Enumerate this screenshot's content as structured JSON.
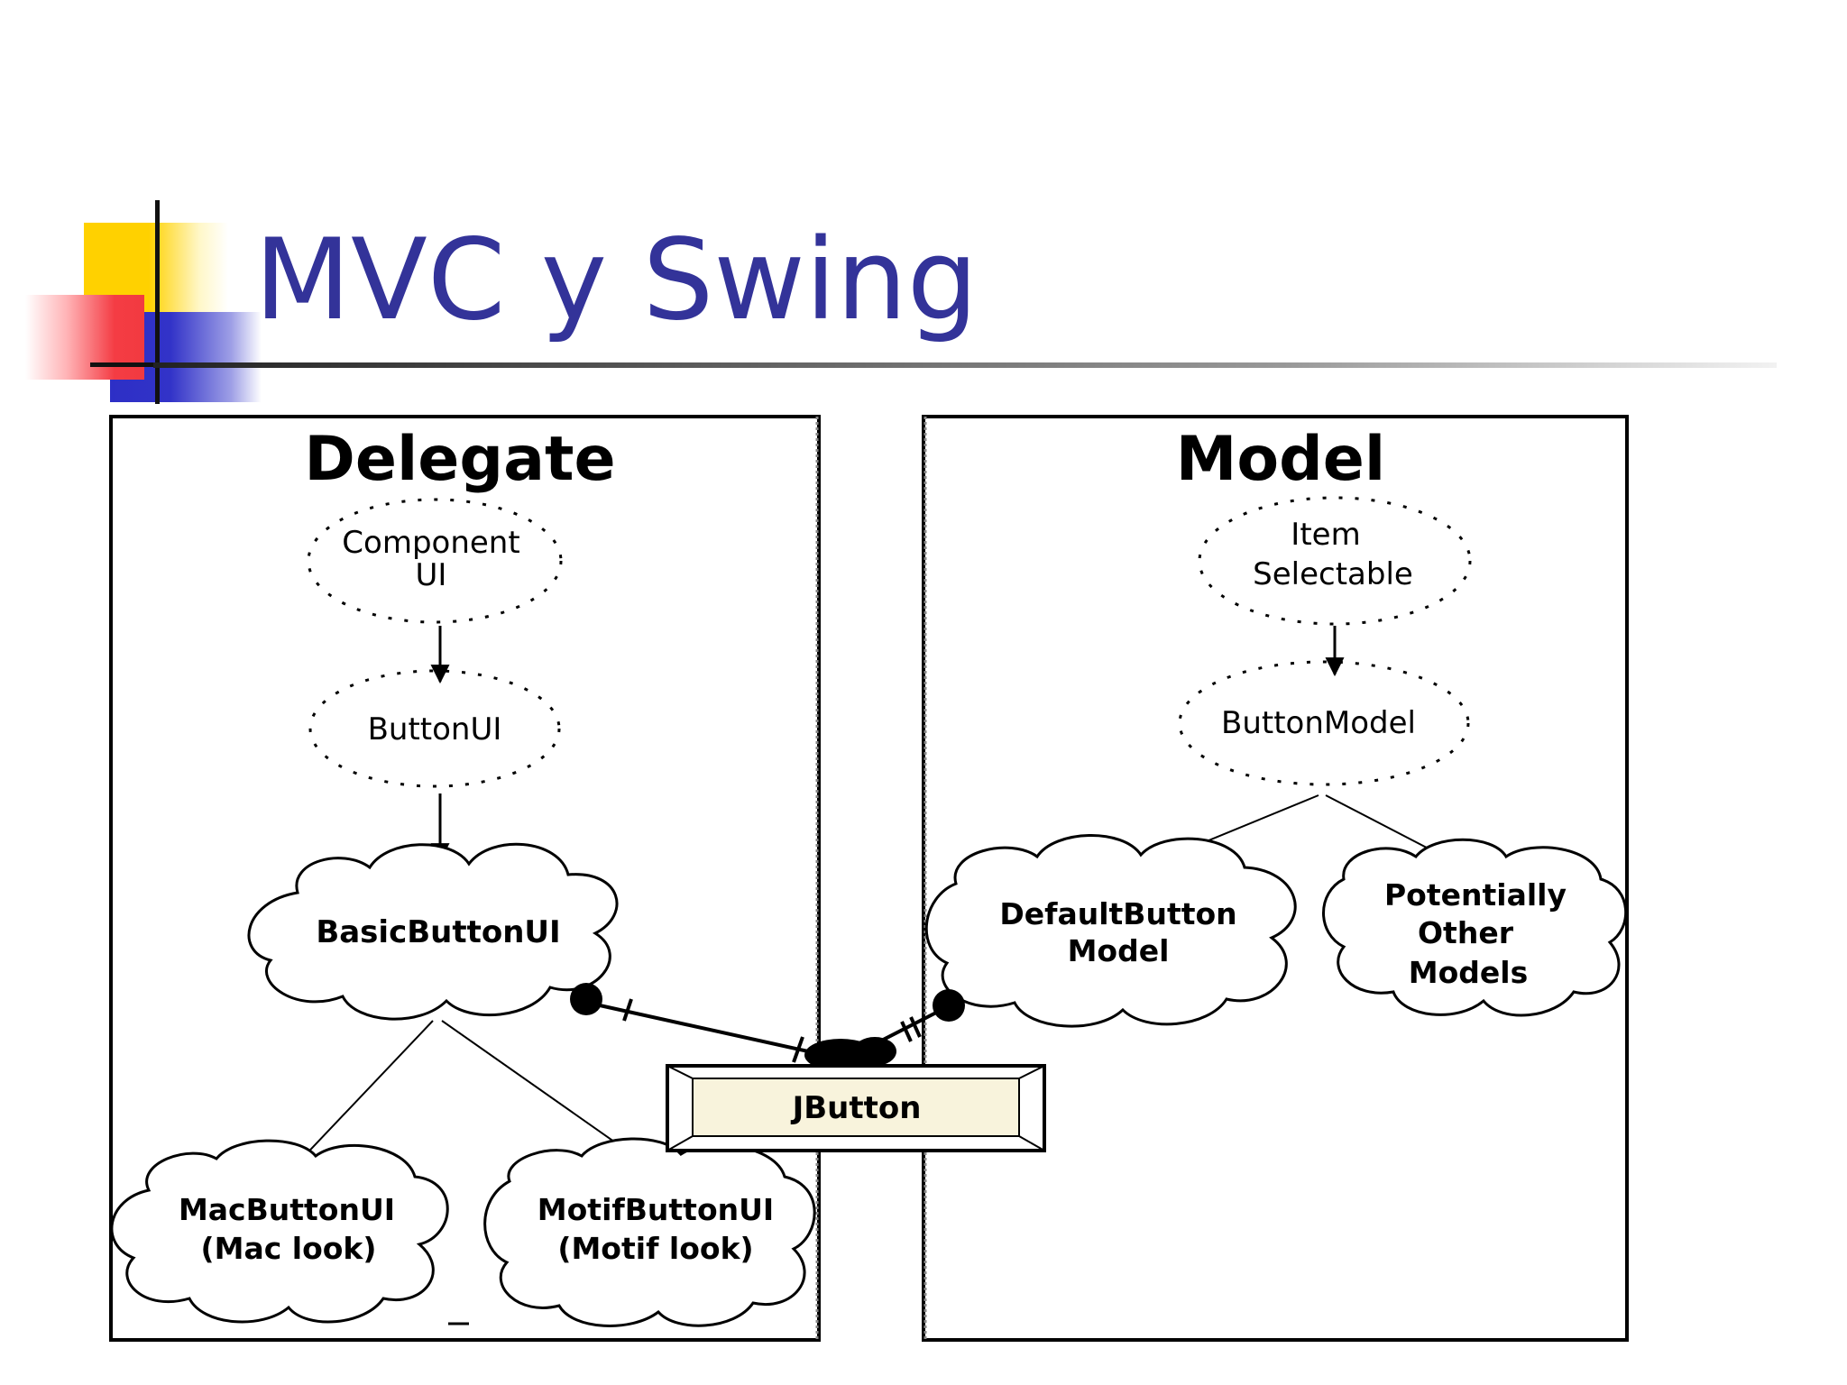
{
  "slide": {
    "title": "MVC y Swing"
  },
  "diagram": {
    "delegate": {
      "heading": "Delegate",
      "component_ui": [
        "Component",
        "UI"
      ],
      "button_ui": "ButtonUI",
      "basic_button_ui": "BasicButtonUI",
      "mac_button_ui": [
        "MacButtonUI",
        "(Mac look)"
      ],
      "motif_button_ui": [
        "MotifButtonUI",
        "(Motif look)"
      ]
    },
    "model": {
      "heading": "Model",
      "item_selectable": [
        "Item",
        "Selectable"
      ],
      "button_model": "ButtonModel",
      "default_button_model": [
        "DefaultButton",
        "Model"
      ],
      "other_models": [
        "Potentially",
        "Other",
        "Models"
      ]
    },
    "jbutton": "JButton",
    "colors": {
      "jbutton_fill": "#f8f3dc",
      "stroke": "#000000"
    }
  }
}
